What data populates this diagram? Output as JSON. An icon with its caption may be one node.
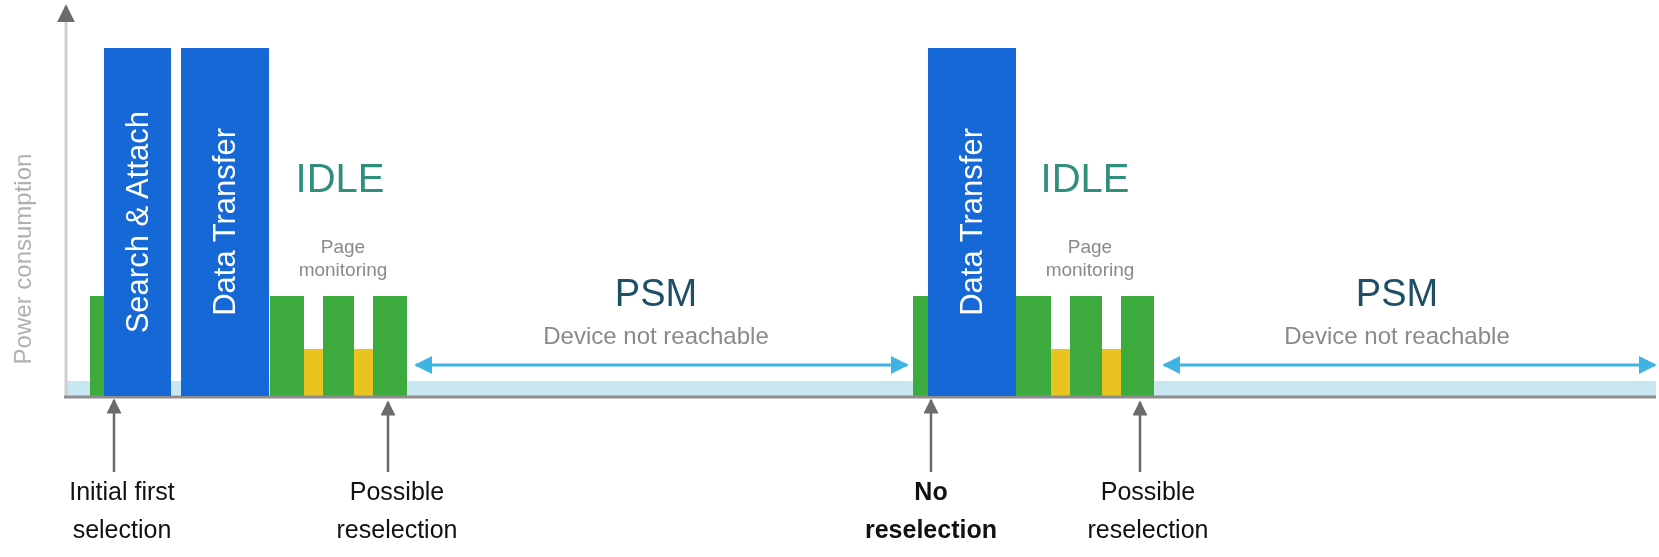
{
  "diagram": {
    "nodes": [
      {
        "text": [
          "Search & Attach"
        ]
      },
      {
        "text": [
          "Data Transfer"
        ]
      },
      {
        "text": [
          "Data Transfer"
        ]
      },
      {
        "text": [
          "Initial first selection"
        ]
      },
      {
        "text": [
          "Possible reselection"
        ]
      },
      {
        "text": [
          "No reselection"
        ]
      },
      {
        "text": [
          "Possible reselection"
        ]
      }
    ],
    "edges": [
      {
        "from": 3,
        "to": 0,
        "arrow": "to"
      },
      {
        "from": 4,
        "to": null,
        "arrow": "to"
      },
      {
        "from": 5,
        "to": 2,
        "arrow": "to"
      },
      {
        "from": 6,
        "to": null,
        "arrow": "to"
      }
    ],
    "labels": [
      "Power consumption",
      "IDLE",
      "Page monitoring",
      "PSM",
      "Device not reachable",
      "IDLE",
      "Page monitoring",
      "PSM",
      "Device not reachable"
    ]
  }
}
